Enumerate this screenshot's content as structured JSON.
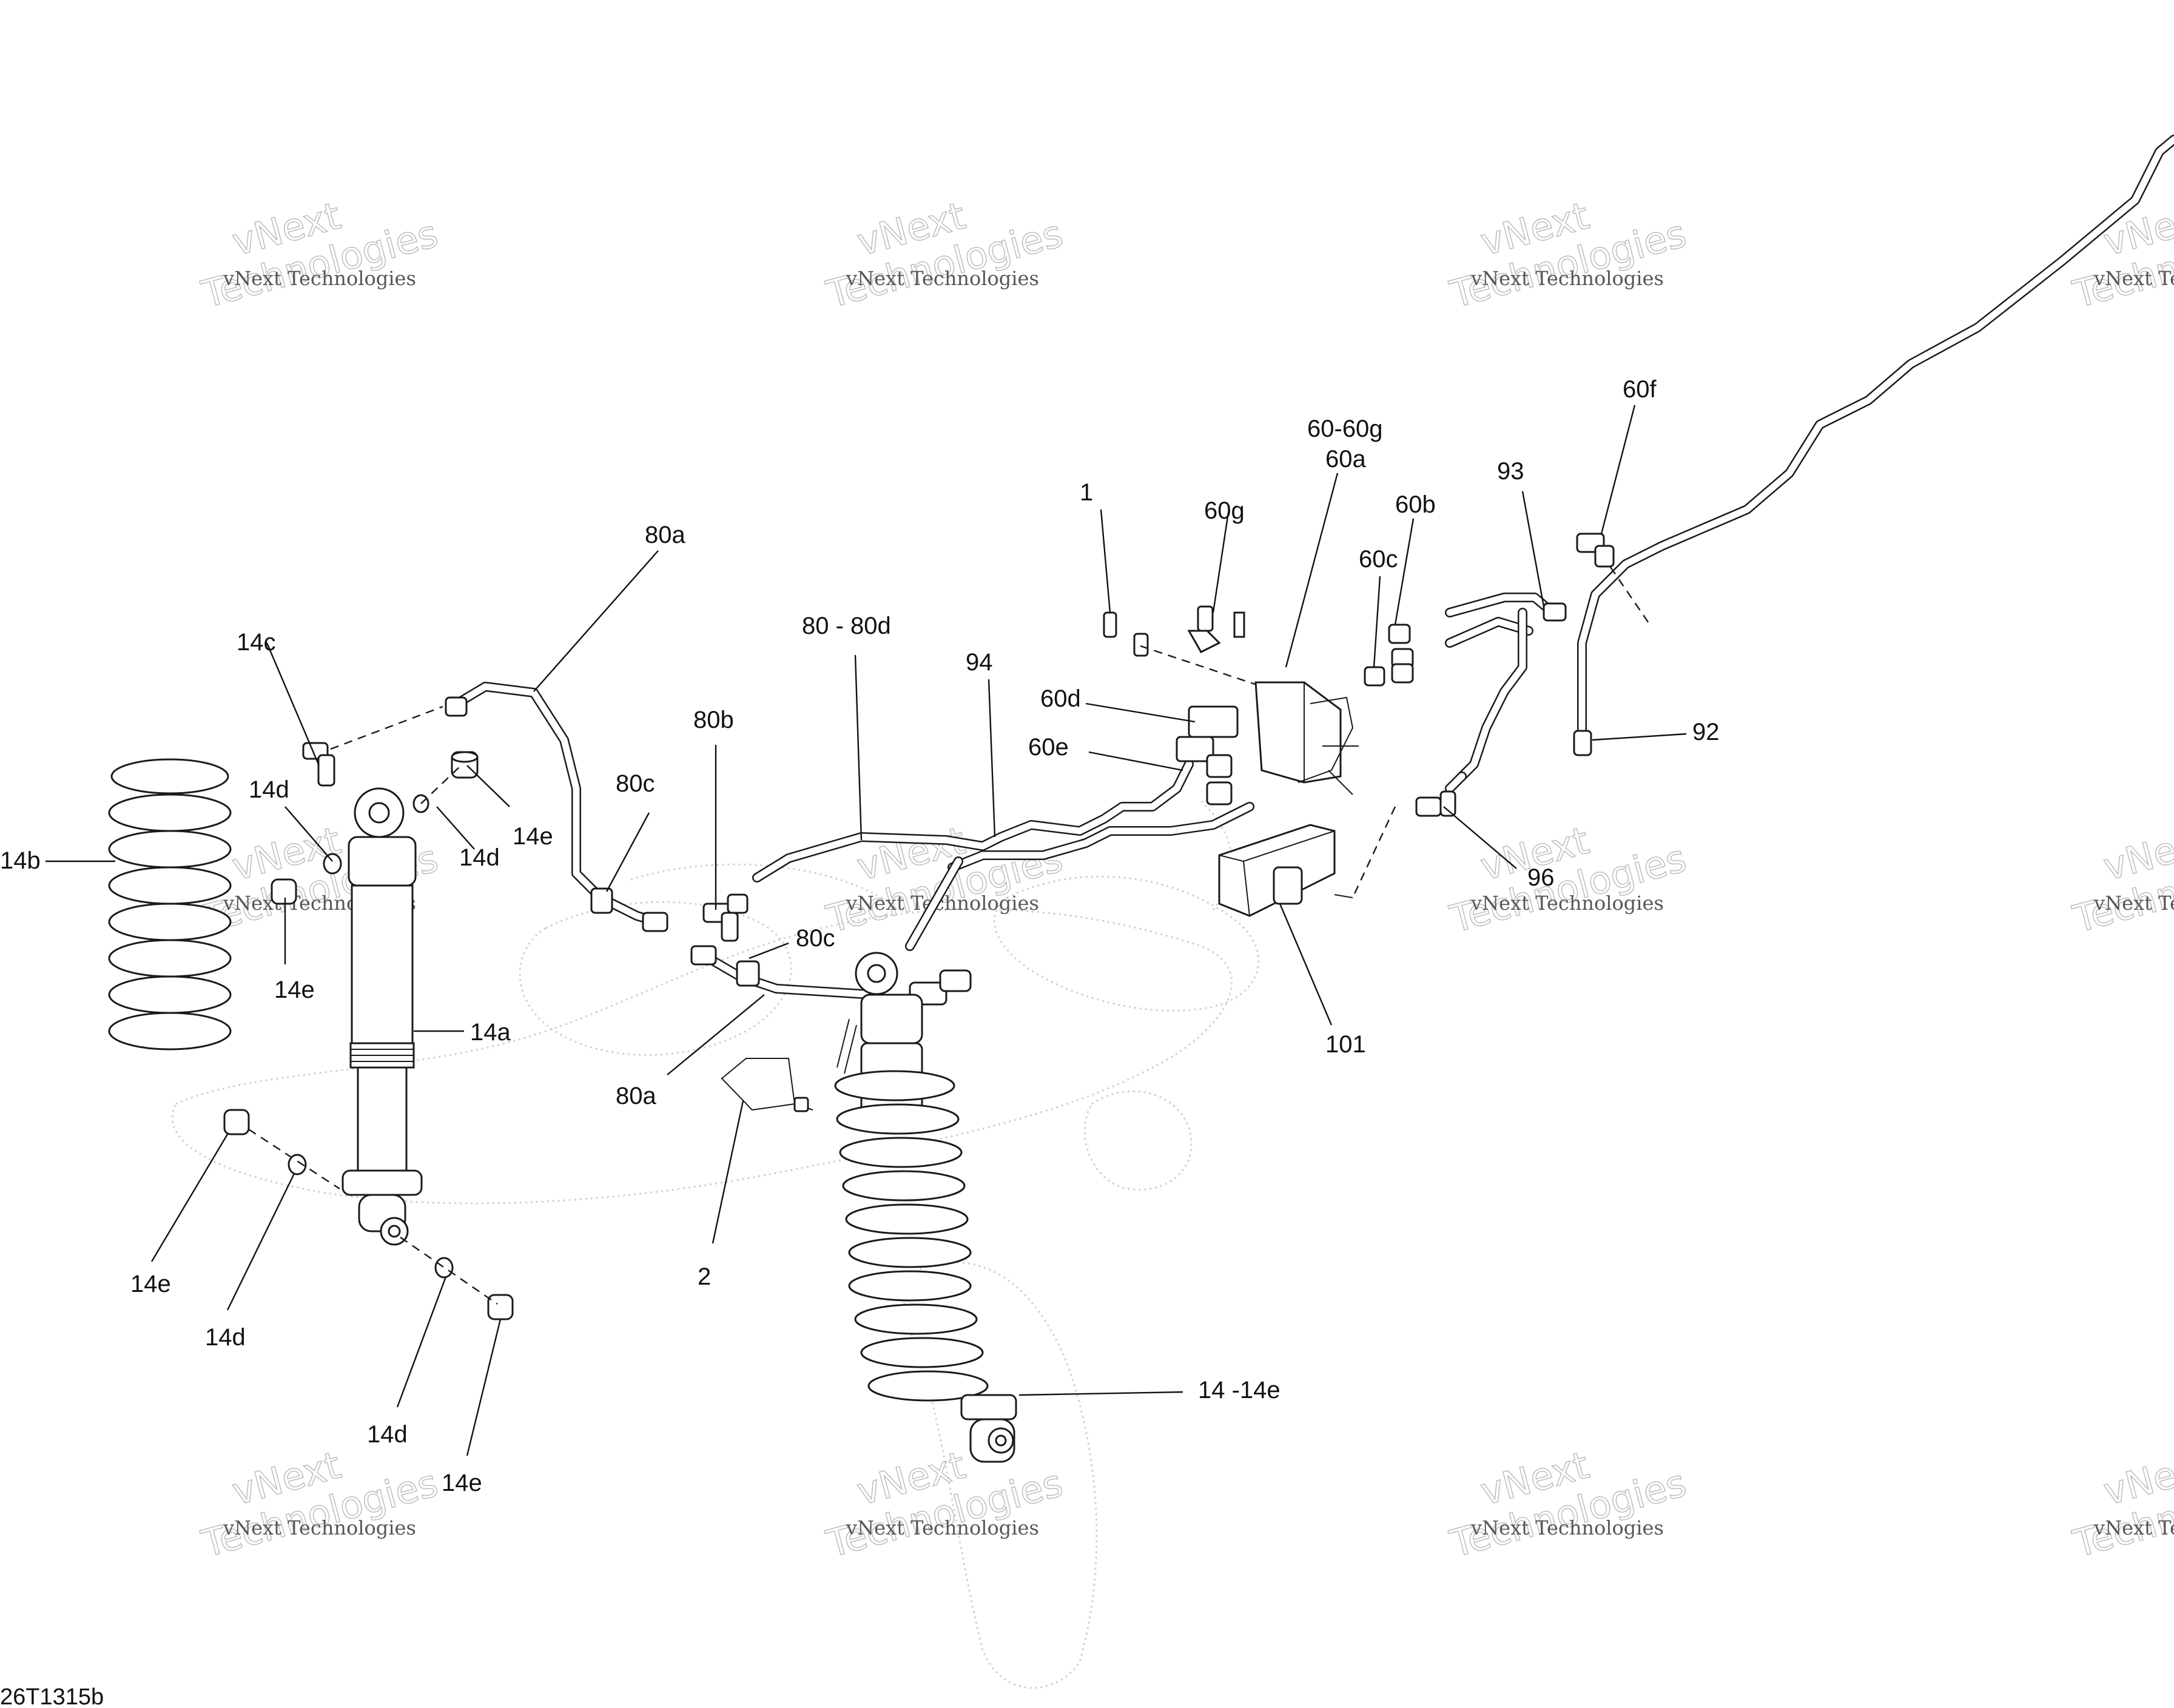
{
  "diagram": {
    "code": "26T1315b",
    "watermark": {
      "line_small": "vNext Technologies",
      "line_large_top": "vNext",
      "line_large_bottom": "Technologies"
    },
    "callouts": {
      "c_1": "1",
      "c_2": "2",
      "c_14": "14 -14e",
      "c_14a": "14a",
      "c_14b": "14b",
      "c_14c": "14c",
      "c_14d": "14d",
      "c_14e": "14e",
      "c_60": "60-60g",
      "c_60a": "60a",
      "c_60b": "60b",
      "c_60c": "60c",
      "c_60d": "60d",
      "c_60e": "60e",
      "c_60f": "60f",
      "c_60g": "60g",
      "c_80": "80 - 80d",
      "c_80a": "80a",
      "c_80b": "80b",
      "c_80c": "80c",
      "c_92": "92",
      "c_93": "93",
      "c_94": "94",
      "c_96": "96",
      "c_101": "101"
    }
  }
}
